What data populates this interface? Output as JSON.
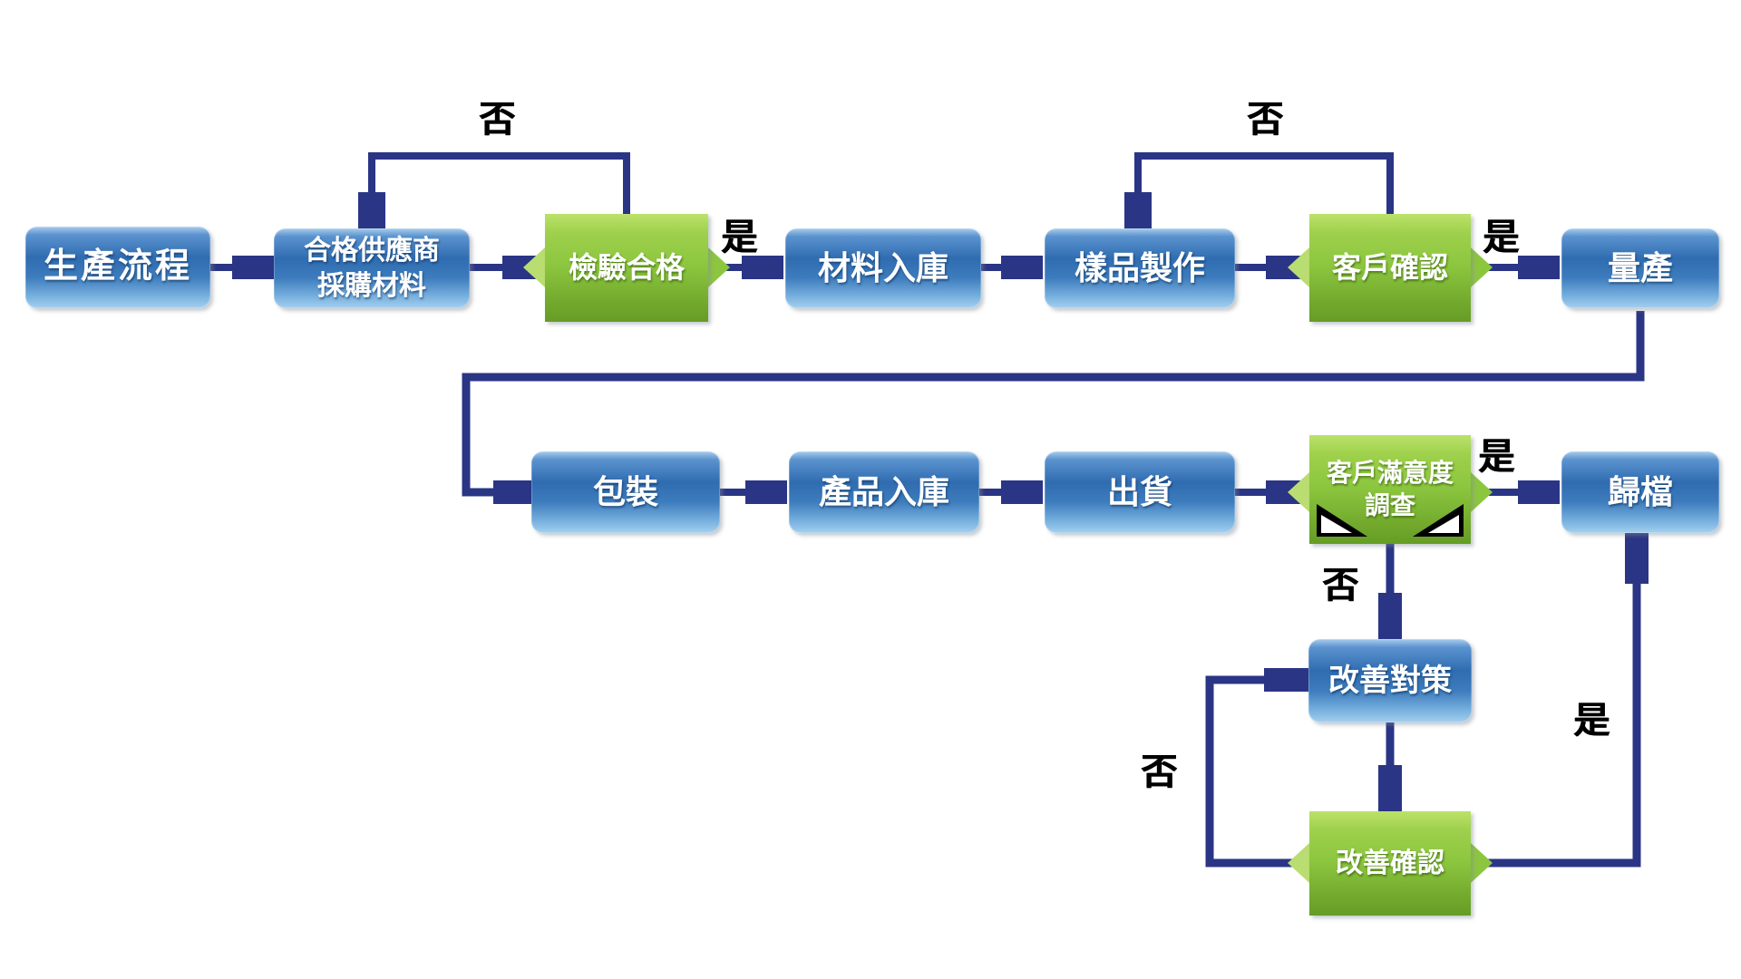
{
  "flowchart": {
    "colors": {
      "connector": "#2a3585",
      "blue_box": "#2f6cb0",
      "green_box": "#8cc63f",
      "label_text": "#000000",
      "node_text": "#ffffff"
    },
    "nodes": {
      "start": {
        "label": "生產流程"
      },
      "supplier": {
        "line1": "合格供應商",
        "line2": "採購材料"
      },
      "inspect": {
        "label": "檢驗合格"
      },
      "material_in": {
        "label": "材料入庫"
      },
      "sample": {
        "label": "樣品製作"
      },
      "confirm": {
        "label": "客戶確認"
      },
      "mass": {
        "label": "量產"
      },
      "packing": {
        "label": "包裝"
      },
      "product_in": {
        "label": "產品入庫"
      },
      "ship": {
        "label": "出貨"
      },
      "survey": {
        "line1": "客戶滿意度",
        "line2": "調查"
      },
      "archive": {
        "label": "歸檔"
      },
      "improve": {
        "label": "改善對策"
      },
      "improve_confirm": {
        "label": "改善確認"
      }
    },
    "edge_labels": {
      "inspect_no": "否",
      "inspect_yes": "是",
      "confirm_no": "否",
      "confirm_yes": "是",
      "survey_yes": "是",
      "survey_no": "否",
      "improve_no": "否",
      "improve_yes": "是"
    },
    "edges": [
      {
        "from": "start",
        "to": "supplier"
      },
      {
        "from": "supplier",
        "to": "inspect"
      },
      {
        "from": "inspect",
        "to": "material_in",
        "label": "是"
      },
      {
        "from": "inspect",
        "to": "supplier",
        "label": "否"
      },
      {
        "from": "material_in",
        "to": "sample"
      },
      {
        "from": "sample",
        "to": "confirm"
      },
      {
        "from": "confirm",
        "to": "mass",
        "label": "是"
      },
      {
        "from": "confirm",
        "to": "sample",
        "label": "否"
      },
      {
        "from": "mass",
        "to": "packing"
      },
      {
        "from": "packing",
        "to": "product_in"
      },
      {
        "from": "product_in",
        "to": "ship"
      },
      {
        "from": "ship",
        "to": "survey"
      },
      {
        "from": "survey",
        "to": "archive",
        "label": "是"
      },
      {
        "from": "survey",
        "to": "improve",
        "label": "否"
      },
      {
        "from": "improve",
        "to": "improve_confirm"
      },
      {
        "from": "improve_confirm",
        "to": "improve",
        "label": "否"
      },
      {
        "from": "improve_confirm",
        "to": "archive",
        "label": "是"
      }
    ]
  }
}
